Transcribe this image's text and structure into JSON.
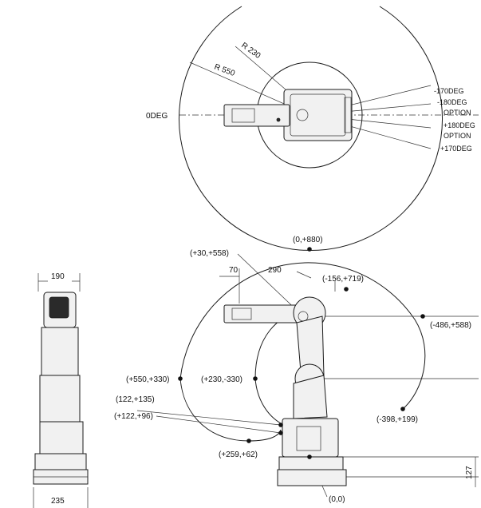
{
  "top_view": {
    "radius_inner": "R 230",
    "radius_outer": "R 550",
    "angle_zero": "0DEG",
    "angles_right": [
      "-170DEG",
      "-180DEG",
      "OPTION",
      "+180DEG",
      "OPTION",
      "+170DEG"
    ]
  },
  "front_view": {
    "width_top": "190",
    "width_base": "235"
  },
  "side_view": {
    "dim_a": "70",
    "dim_b": "290",
    "dim_base_height": "127",
    "points": {
      "top": "(0,+880)",
      "p30": "(+30,+558)",
      "p156": "(-156,+719)",
      "p486": "(-486,+588)",
      "p550": "(+550,+330)",
      "p230": "(+230,-330)",
      "p122a": "(122,+135)",
      "p122b": "(+122,+96)",
      "p259": "(+259,+62)",
      "p398": "(-398,+199)",
      "origin": "(0,0)"
    }
  }
}
